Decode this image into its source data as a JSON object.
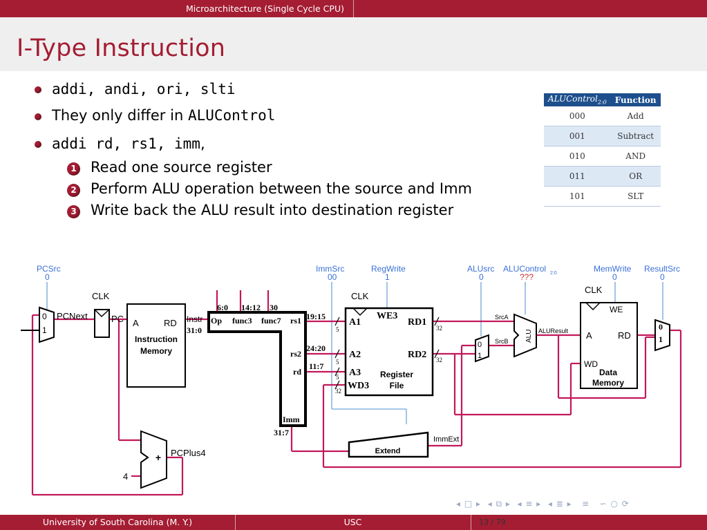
{
  "header": {
    "section": "Microarchitecture (Single Cycle CPU)"
  },
  "slide": {
    "title": "I-Type Instruction",
    "bullets": [
      {
        "text": "addi, andi, ori, slti"
      },
      {
        "prefix": "They only differ in ",
        "code": "ALUControl"
      },
      {
        "code": "addi rd, rs1, imm",
        "suffix": ","
      }
    ],
    "steps": [
      {
        "n": "1",
        "text": "Read one source register"
      },
      {
        "n": "2",
        "text": "Perform ALU operation between the source and Imm"
      },
      {
        "n": "3",
        "text": "Write back the ALU result into destination register"
      }
    ]
  },
  "alu_table": {
    "headers": [
      "ALUControl2:0",
      "Function"
    ],
    "rows": [
      [
        "000",
        "Add"
      ],
      [
        "001",
        "Subtract"
      ],
      [
        "010",
        "AND"
      ],
      [
        "011",
        "OR"
      ],
      [
        "101",
        "SLT"
      ]
    ]
  },
  "diagram": {
    "signals": {
      "pcsrc": {
        "name": "PCSrc",
        "value": "0"
      },
      "immsrc": {
        "name": "ImmSrc",
        "value": "00"
      },
      "regwrite": {
        "name": "RegWrite",
        "value": "1"
      },
      "alusrc": {
        "name": "ALUsrc",
        "value": "0"
      },
      "alucontrol": {
        "name": "ALUControl",
        "sub": "2:0",
        "value": "???"
      },
      "memwrite": {
        "name": "MemWrite",
        "value": "0"
      },
      "resultsrc": {
        "name": "ResultSrc",
        "value": "0"
      }
    },
    "labels": {
      "clk": "CLK",
      "pcnext": "PCNext",
      "pc": "PC",
      "imem_a": "A",
      "imem_rd": "RD",
      "imem_name1": "Instruction",
      "imem_name2": "Memory",
      "instr": "Instr",
      "instr_bits": "31:0",
      "f60": "6:0",
      "f1412": "14:12",
      "f30": "30",
      "op": "Op",
      "func3": "func3",
      "func7": "func7",
      "rs1": "rs1",
      "rs2": "rs2",
      "rd": "rd",
      "imm": "Imm",
      "b1915": "19:15",
      "b2420": "24:20",
      "b117": "11:7",
      "b317": "31:7",
      "w5": "5",
      "w32": "32",
      "a1": "A1",
      "a2": "A2",
      "a3": "A3",
      "wd3": "WD3",
      "we3": "WE3",
      "rd1": "RD1",
      "rd2": "RD2",
      "rf_name1": "Register",
      "rf_name2": "File",
      "srca": "SrcA",
      "srcb": "SrcB",
      "alu": "ALU",
      "aluresult": "ALUResult",
      "dmem_we": "WE",
      "dmem_a": "A",
      "dmem_rd": "RD",
      "dmem_wd": "WD",
      "dmem_name1": "Data",
      "dmem_name2": "Memory",
      "mux0": "0",
      "mux1": "1",
      "pcplus4": "PCPlus4",
      "plus": "+",
      "four": "4",
      "extend": "Extend",
      "immext": "ImmExt"
    }
  },
  "footer": {
    "left": "University of South Carolina  (M. Y.)",
    "center": "USC",
    "page": "13 / 79"
  },
  "colors": {
    "brand": "#a41d33",
    "wire": "#c2185b",
    "control": "#3a6fd8",
    "table_header": "#1d4f8c"
  }
}
